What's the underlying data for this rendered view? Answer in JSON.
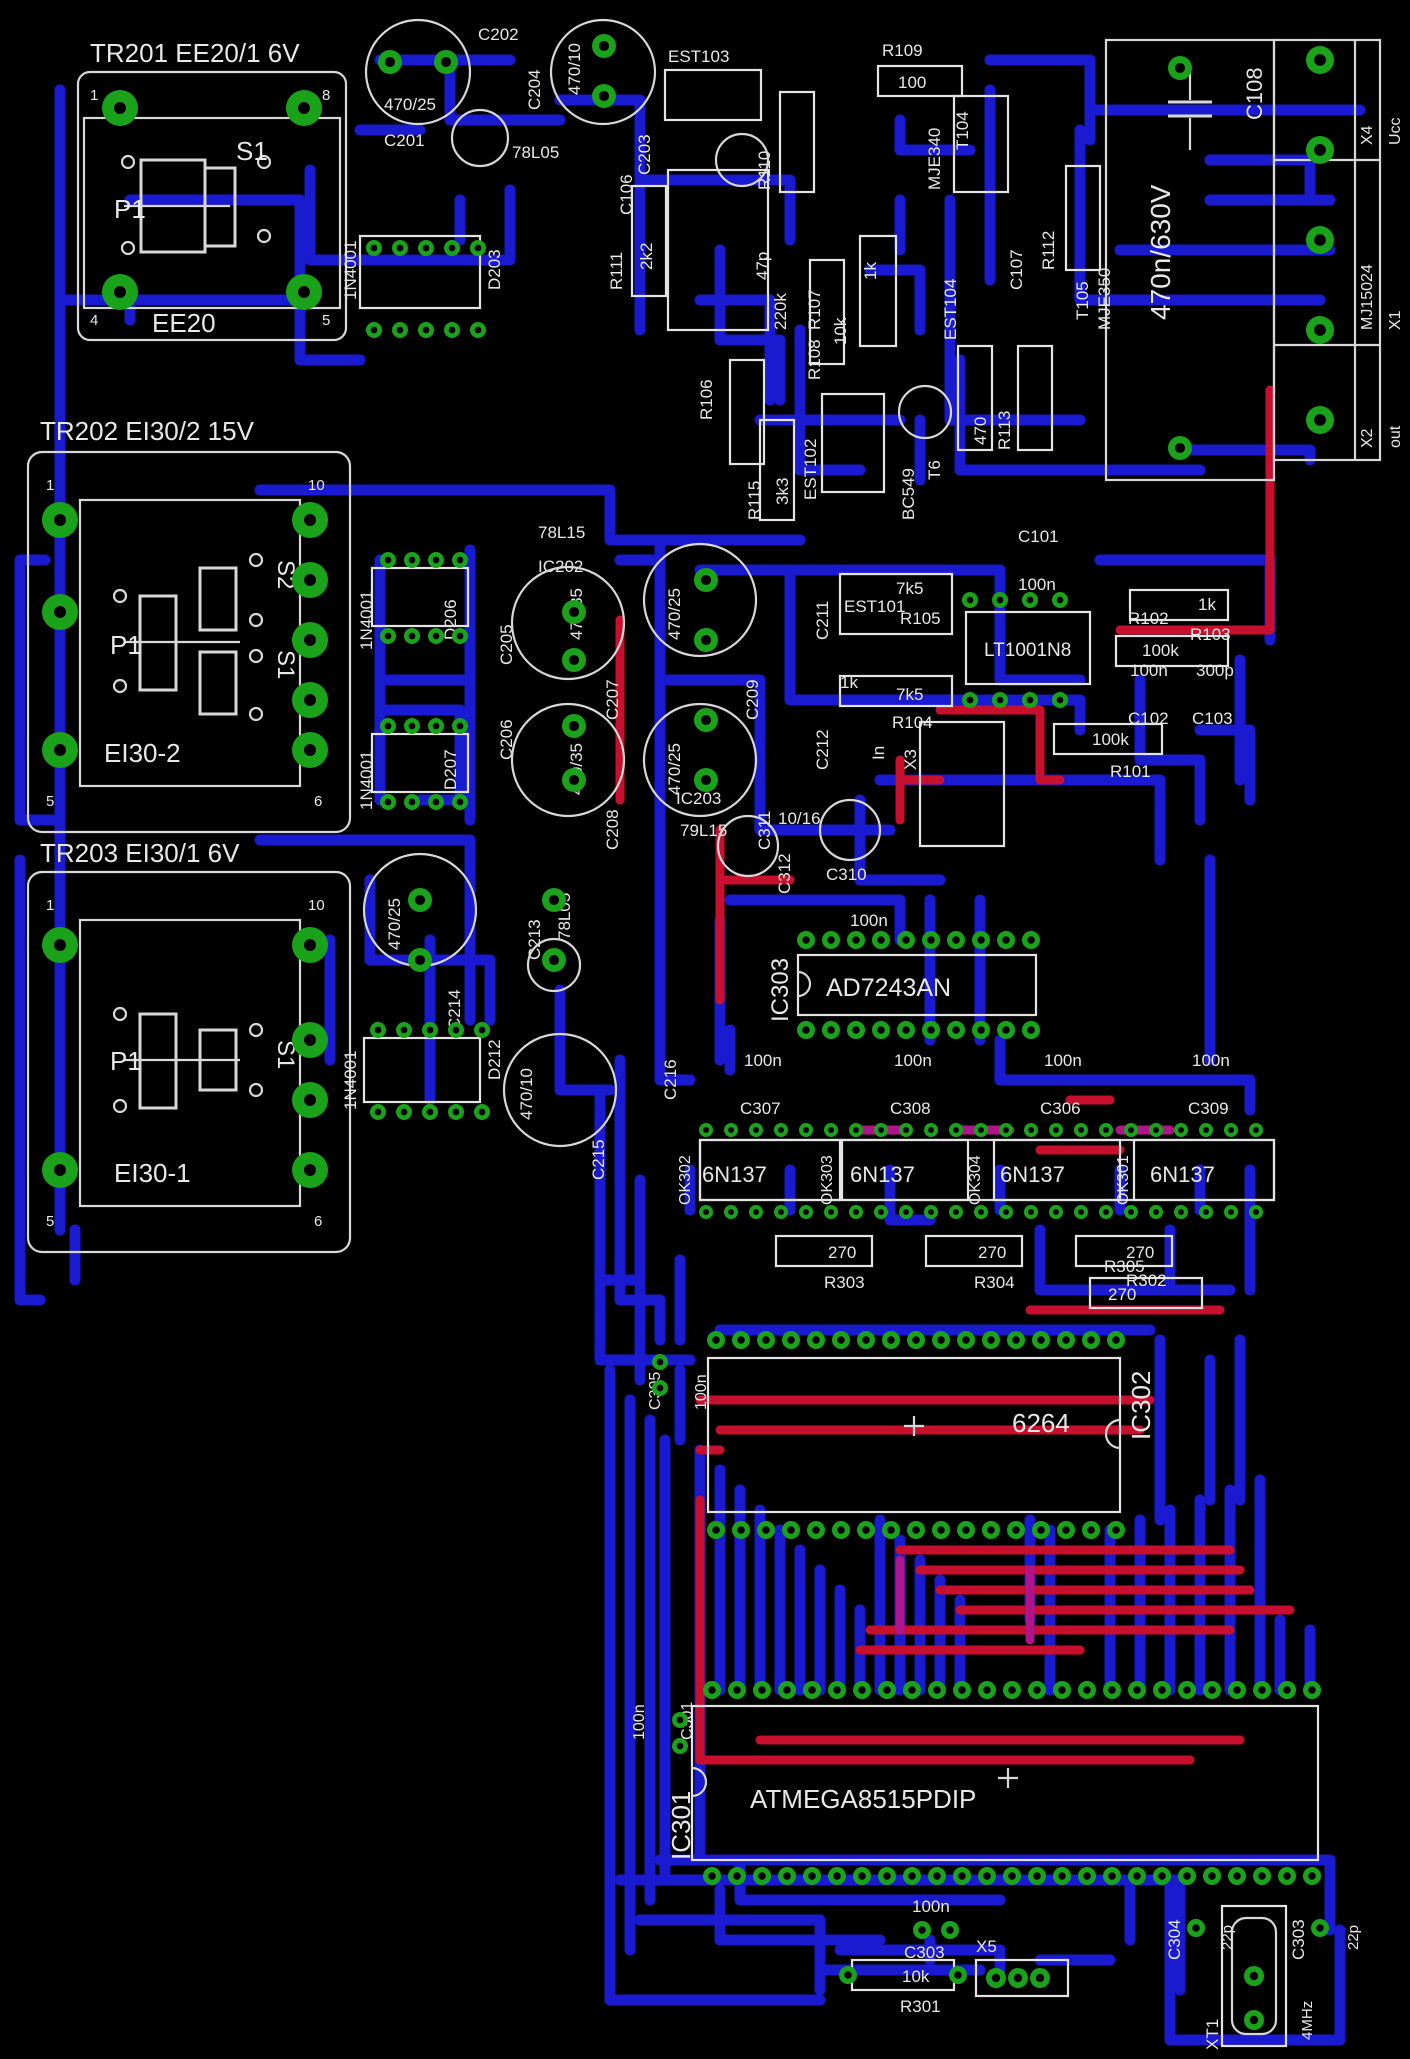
{
  "board": {
    "background": "#000000",
    "colors": {
      "top_copper": "#c8102e",
      "bottom_copper": "#1a1ad0",
      "pad": "#1aa31a",
      "silkscreen": "#e0e0e0"
    }
  },
  "transformers": [
    {
      "ref": "TR201 EE20/1 6V",
      "body": "EE20",
      "p": "P1",
      "s": [
        "S1"
      ],
      "pins": [
        "1",
        "8",
        "4",
        "5"
      ]
    },
    {
      "ref": "TR202 EI30/2 15V",
      "body": "EI30-2",
      "p": "P1",
      "s": [
        "S2",
        "S1"
      ],
      "pins": [
        "1",
        "10",
        "5",
        "6"
      ]
    },
    {
      "ref": "TR203 EI30/1 6V",
      "body": "EI30-1",
      "p": "P1",
      "s": [
        "S1"
      ],
      "pins": [
        "1",
        "10",
        "5",
        "6"
      ]
    }
  ],
  "ics": [
    {
      "ref": "IC303",
      "value": "AD7243AN"
    },
    {
      "ref": "IC302",
      "value": "6264"
    },
    {
      "ref": "IC301",
      "value": "ATMEGA8515PDIP"
    },
    {
      "ref": "LT1001N8",
      "value": "LT1001N8"
    }
  ],
  "optos": [
    {
      "ref": "OK302",
      "value": "6N137"
    },
    {
      "ref": "OK303",
      "value": "6N137"
    },
    {
      "ref": "OK304",
      "value": "6N137"
    },
    {
      "ref": "OK301",
      "value": "6N137"
    }
  ],
  "caps_100n_bottom": [
    "C307",
    "C308",
    "C306",
    "C309"
  ],
  "resistors_270": [
    "R303",
    "R304",
    "R305",
    "R302"
  ],
  "connectors": {
    "right": {
      "x4": "X4",
      "ucc": "Ucc",
      "x1": "X1",
      "mj": "MJ15024",
      "x2": "X2",
      "out": "out",
      "c108": "C108"
    },
    "x3": {
      "ref": "X3",
      "in": "In"
    },
    "x5": "X5"
  },
  "big_cap": "470n/630V",
  "crystal": {
    "ref": "XT1",
    "value": "4MHz"
  },
  "labels": {
    "c202": "C202",
    "c201": "C201",
    "c204": "C204",
    "c203": "C203",
    "v470_25": "470/25",
    "v470_10": "470/10",
    "v100n": "100n",
    "l78l05": "78L05",
    "l78l15": "78L15",
    "l79l15": "79L15",
    "est103": "EST103",
    "est102": "EST102",
    "est101": "EST101",
    "est104": "EST104",
    "r109": "R109",
    "v100": "100",
    "mje340": "MJE340",
    "mje350": "MJE350",
    "t104": "T104",
    "t105": "T105",
    "r110": "R110",
    "r111": "R111",
    "v2k2": "2k2",
    "c106": "C106",
    "c107": "C107",
    "r106": "R106",
    "r107": "R107",
    "r108": "R108",
    "r112": "R112",
    "r113": "R113",
    "r115": "R115",
    "v3k3": "3k3",
    "v470": "470",
    "v1k": "1k",
    "v10k": "10k",
    "v220k": "220k",
    "v47p": "47p",
    "bc549": "BC549",
    "t6": "T6",
    "d203": "D203",
    "v1n4001": "1N4001",
    "ic202": "IC202",
    "ic203": "IC203",
    "c205": "C205",
    "c206": "C206",
    "c207": "C207",
    "c208": "C208",
    "c209": "C209",
    "c211": "C211",
    "c212": "C212",
    "v470_35": "470/35",
    "c101": "C101",
    "c102": "C102",
    "c103": "C103",
    "v300p": "300p",
    "r101": "R101",
    "r102": "R102",
    "r103": "R103",
    "r104": "R104",
    "r105": "R105",
    "v7k5": "7k5",
    "v100k": "100k",
    "c310": "C310",
    "c312": "C312",
    "c311": "C311",
    "v10_16": "10/16",
    "c213": "C213",
    "c214": "C214",
    "c215": "C215",
    "c216": "C216",
    "d212": "D212",
    "c305": "C305",
    "c301": "C301",
    "c303": "C303",
    "c304": "C304",
    "r301": "R301",
    "v22p": "22p",
    "v270": "270",
    "d206": "D206",
    "d207": "D207"
  }
}
